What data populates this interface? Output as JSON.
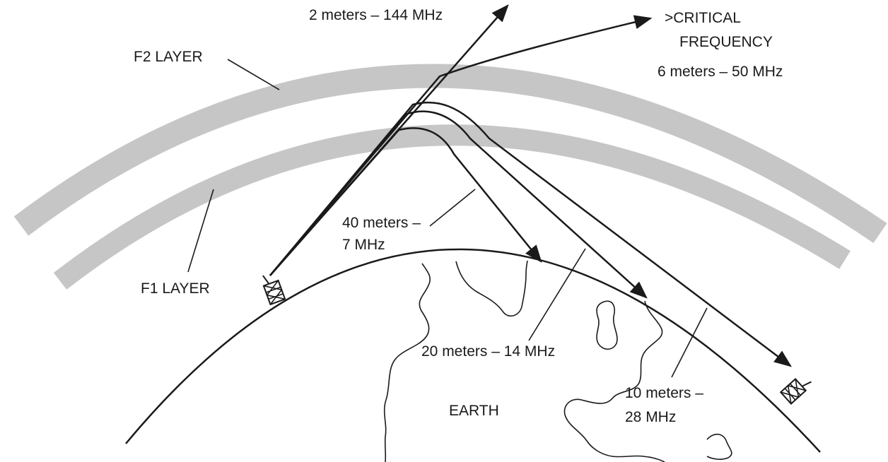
{
  "diagram": {
    "layers": {
      "f2": "F2 LAYER",
      "f1": "F1 LAYER"
    },
    "earth_label": "EARTH",
    "paths": {
      "p144": "2 meters – 144 MHz",
      "critical_line1": ">CRITICAL",
      "critical_line2": "FREQUENCY",
      "p50": "6 meters – 50 MHz",
      "p7_line1": "40 meters –",
      "p7_line2": "7 MHz",
      "p14": "20 meters – 14 MHz",
      "p28_line1": "10 meters –",
      "p28_line2": "28 MHz"
    },
    "colors": {
      "layer_band": "#c6c6c6",
      "ink": "#1a1a1a",
      "background": "#ffffff"
    }
  }
}
